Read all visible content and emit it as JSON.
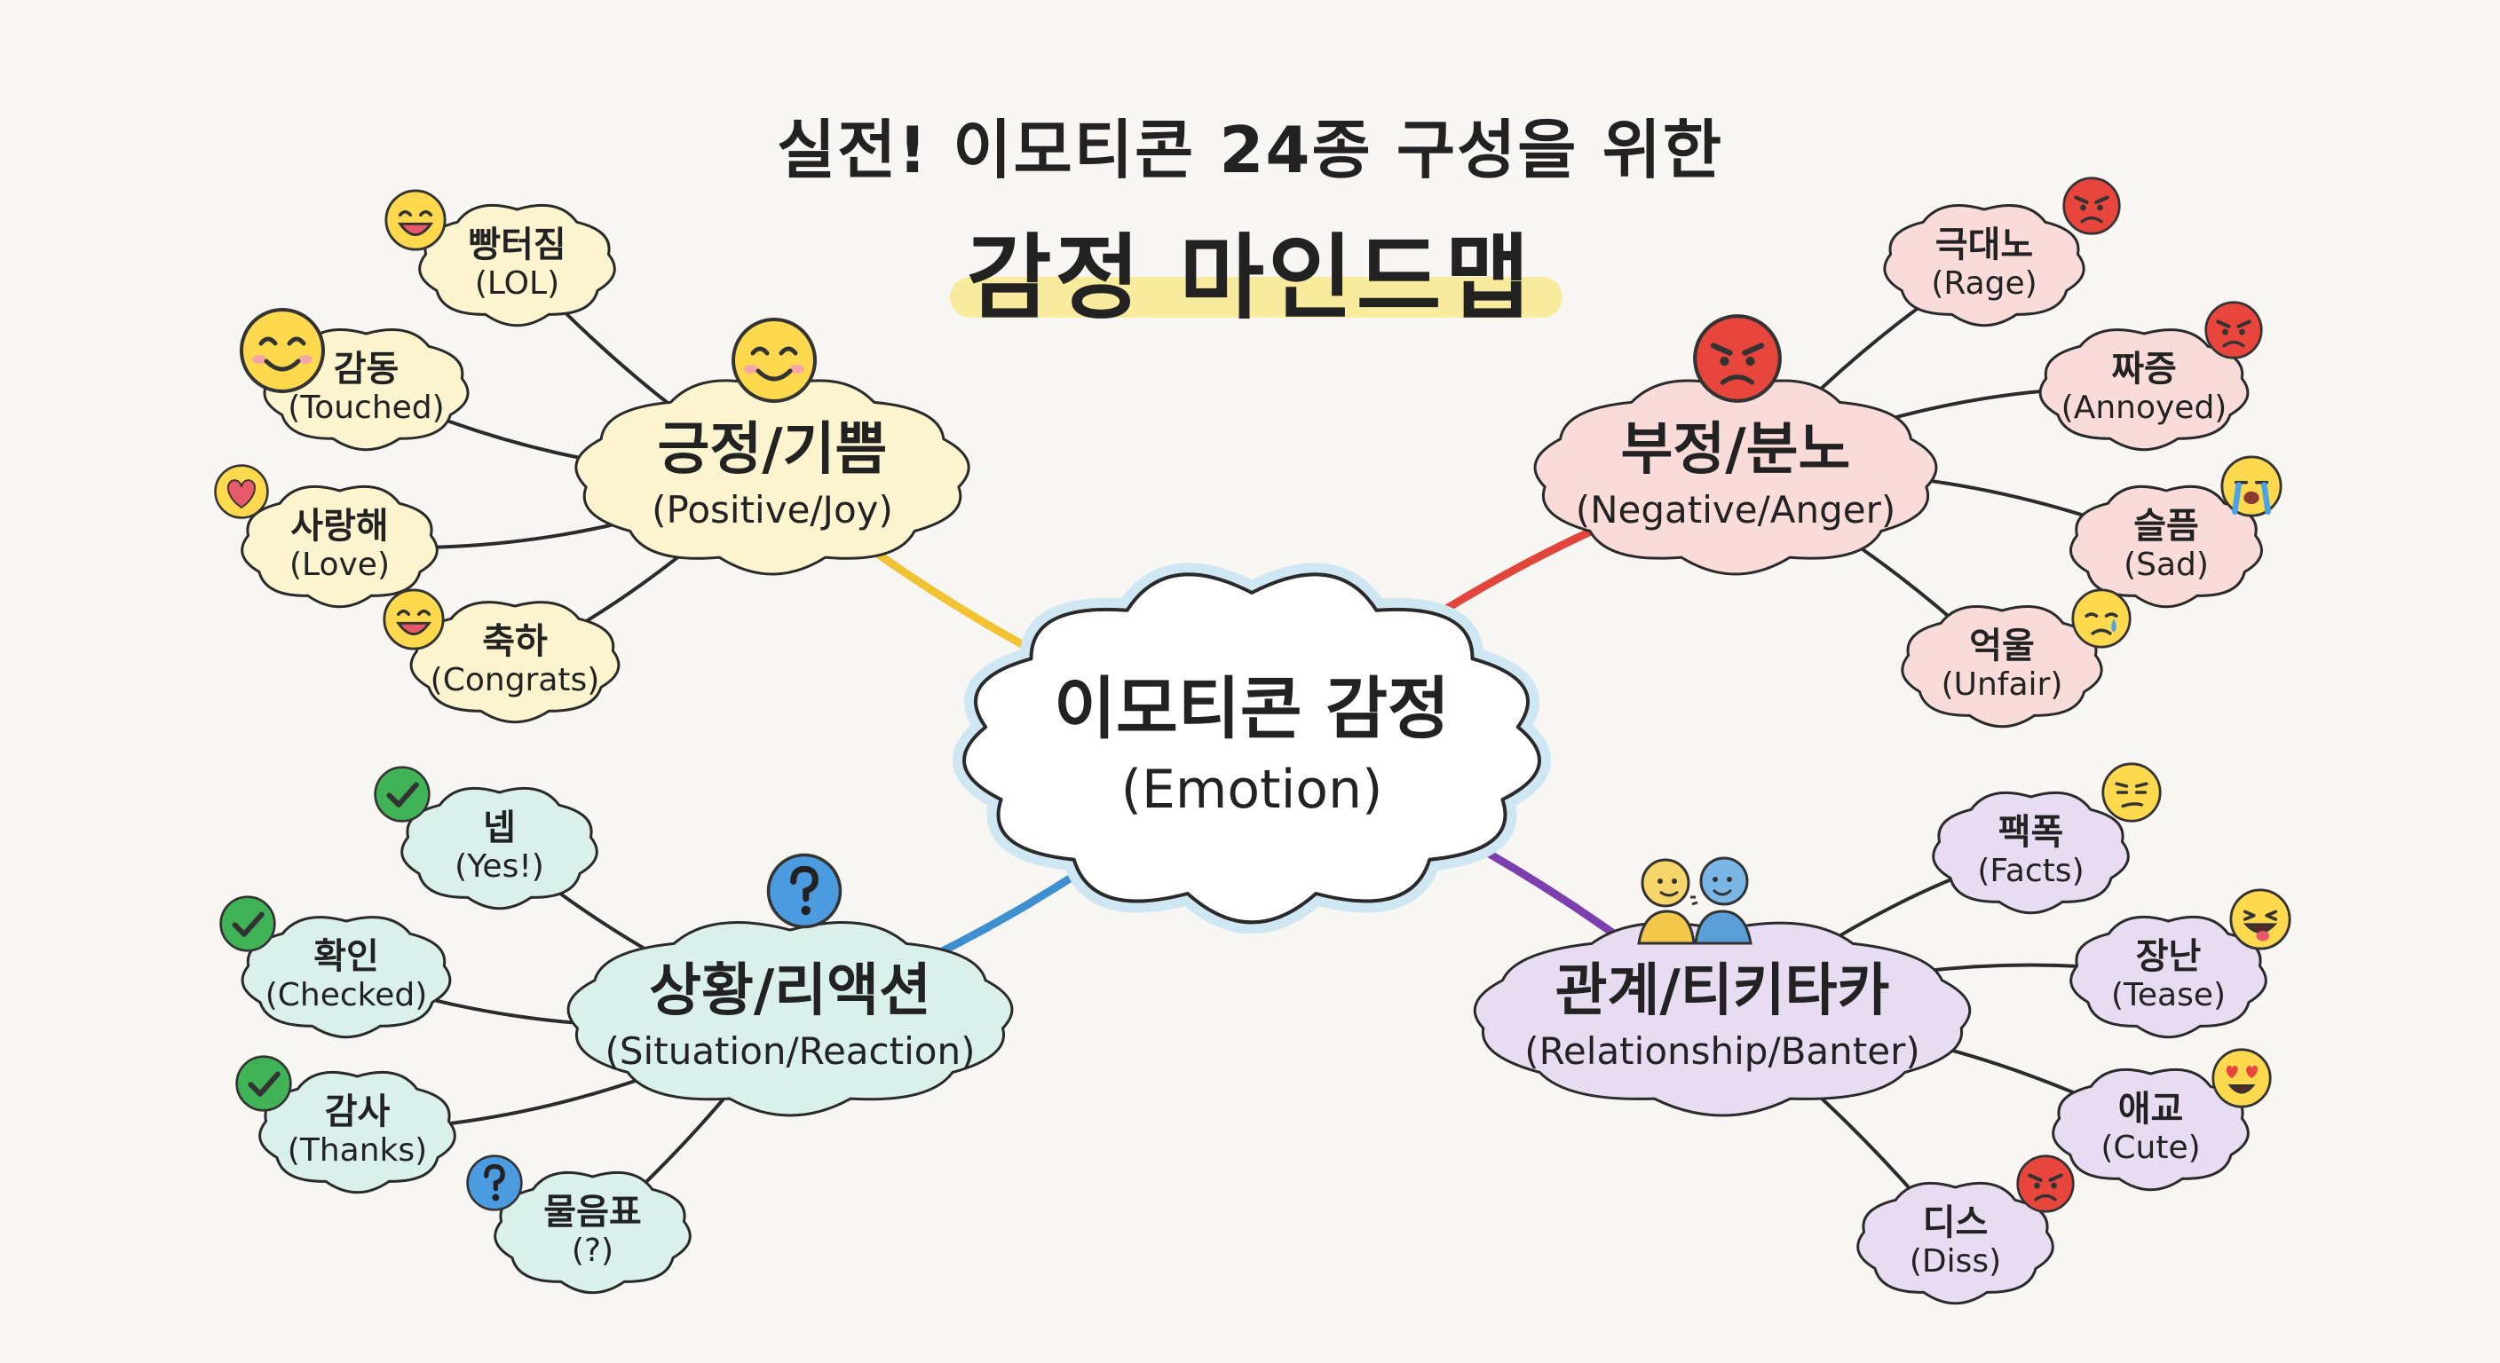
{
  "title": {
    "line1": "실전! 이모티콘 24종 구성을 위한",
    "line2": "감정 마인드맵"
  },
  "center": {
    "ko": "이모티콘 감정",
    "en": "(Emotion)"
  },
  "colors": {
    "positive_fill": "#fcf3cf",
    "positive_line": "#f1c232",
    "negative_fill": "#f9dcd9",
    "negative_line": "#e2453c",
    "situation_fill": "#d9f1ea",
    "situation_line": "#3d8fd0",
    "relationship_fill": "#e8dcf3",
    "relationship_line": "#7d3fb0",
    "center_fill": "#ffffff",
    "center_glow": "#cfe6f3"
  },
  "categories": {
    "positive": {
      "ko": "긍정/기쁨",
      "en": "(Positive/Joy)",
      "icon": "smile-emoji-icon",
      "leaves": [
        {
          "ko": "빵터짐",
          "en": "(LOL)",
          "icon": "grinning-emoji-icon"
        },
        {
          "ko": "감동",
          "en": "(Touched)",
          "icon": "smile-emoji-icon"
        },
        {
          "ko": "사랑해",
          "en": "(Love)",
          "icon": "heart-icon"
        },
        {
          "ko": "축하",
          "en": "(Congrats)",
          "icon": "grinning-emoji-icon"
        }
      ]
    },
    "negative": {
      "ko": "부정/분노",
      "en": "(Negative/Anger)",
      "icon": "angry-emoji-icon",
      "leaves": [
        {
          "ko": "극대노",
          "en": "(Rage)",
          "icon": "angry-emoji-icon"
        },
        {
          "ko": "짜증",
          "en": "(Annoyed)",
          "icon": "angry-emoji-icon"
        },
        {
          "ko": "슬픔",
          "en": "(Sad)",
          "icon": "crying-emoji-icon"
        },
        {
          "ko": "억울",
          "en": "(Unfair)",
          "icon": "tearful-emoji-icon"
        }
      ]
    },
    "situation": {
      "ko": "상황/리액션",
      "en": "(Situation/Reaction)",
      "icon": "question-mark-icon",
      "leaves": [
        {
          "ko": "넵",
          "en": "(Yes!)",
          "icon": "check-mark-icon"
        },
        {
          "ko": "확인",
          "en": "(Checked)",
          "icon": "check-mark-icon"
        },
        {
          "ko": "감사",
          "en": "(Thanks)",
          "icon": "check-mark-icon"
        },
        {
          "ko": "물음표",
          "en": "(?)",
          "icon": "question-mark-icon"
        }
      ]
    },
    "relationship": {
      "ko": "관계/티키타카",
      "en": "(Relationship/Banter)",
      "icon": "chatting-characters-icon",
      "leaves": [
        {
          "ko": "팩폭",
          "en": "(Facts)",
          "icon": "smirk-emoji-icon"
        },
        {
          "ko": "장난",
          "en": "(Tease)",
          "icon": "winking-tongue-emoji-icon"
        },
        {
          "ko": "애교",
          "en": "(Cute)",
          "icon": "heart-eyes-emoji-icon"
        },
        {
          "ko": "디스",
          "en": "(Diss)",
          "icon": "angry-emoji-icon"
        }
      ]
    }
  }
}
